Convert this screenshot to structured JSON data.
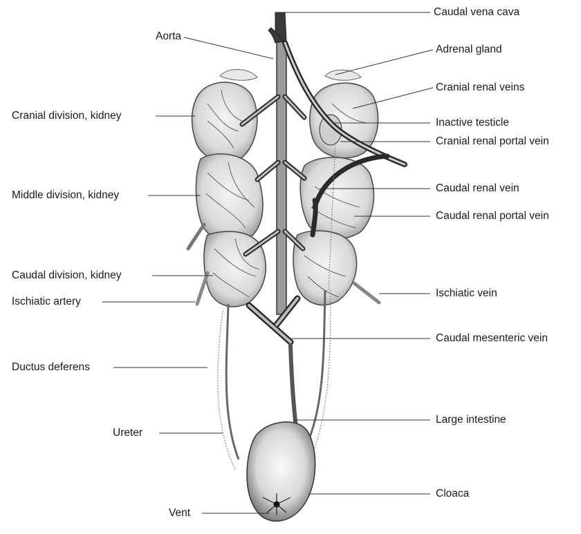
{
  "labels": {
    "caudal_vena_cava": "Caudal vena cava",
    "aorta": "Aorta",
    "adrenal_gland": "Adrenal gland",
    "cranial_renal_veins": "Cranial renal veins",
    "cranial_division_kidney": "Cranial division, kidney",
    "inactive_testicle": "Inactive testicle",
    "cranial_renal_portal_vein": "Cranial renal portal vein",
    "caudal_renal_vein": "Caudal renal vein",
    "middle_division_kidney": "Middle division, kidney",
    "caudal_renal_portal_vein": "Caudal renal portal vein",
    "caudal_division_kidney": "Caudal division, kidney",
    "ischiatic_vein": "Ischiatic vein",
    "ischiatic_artery": "Ischiatic artery",
    "caudal_mesenteric_vein": "Caudal mesenteric vein",
    "ductus_deferens": "Ductus deferens",
    "large_intestine": "Large intestine",
    "ureter": "Ureter",
    "cloaca": "Cloaca",
    "vent": "Vent"
  }
}
